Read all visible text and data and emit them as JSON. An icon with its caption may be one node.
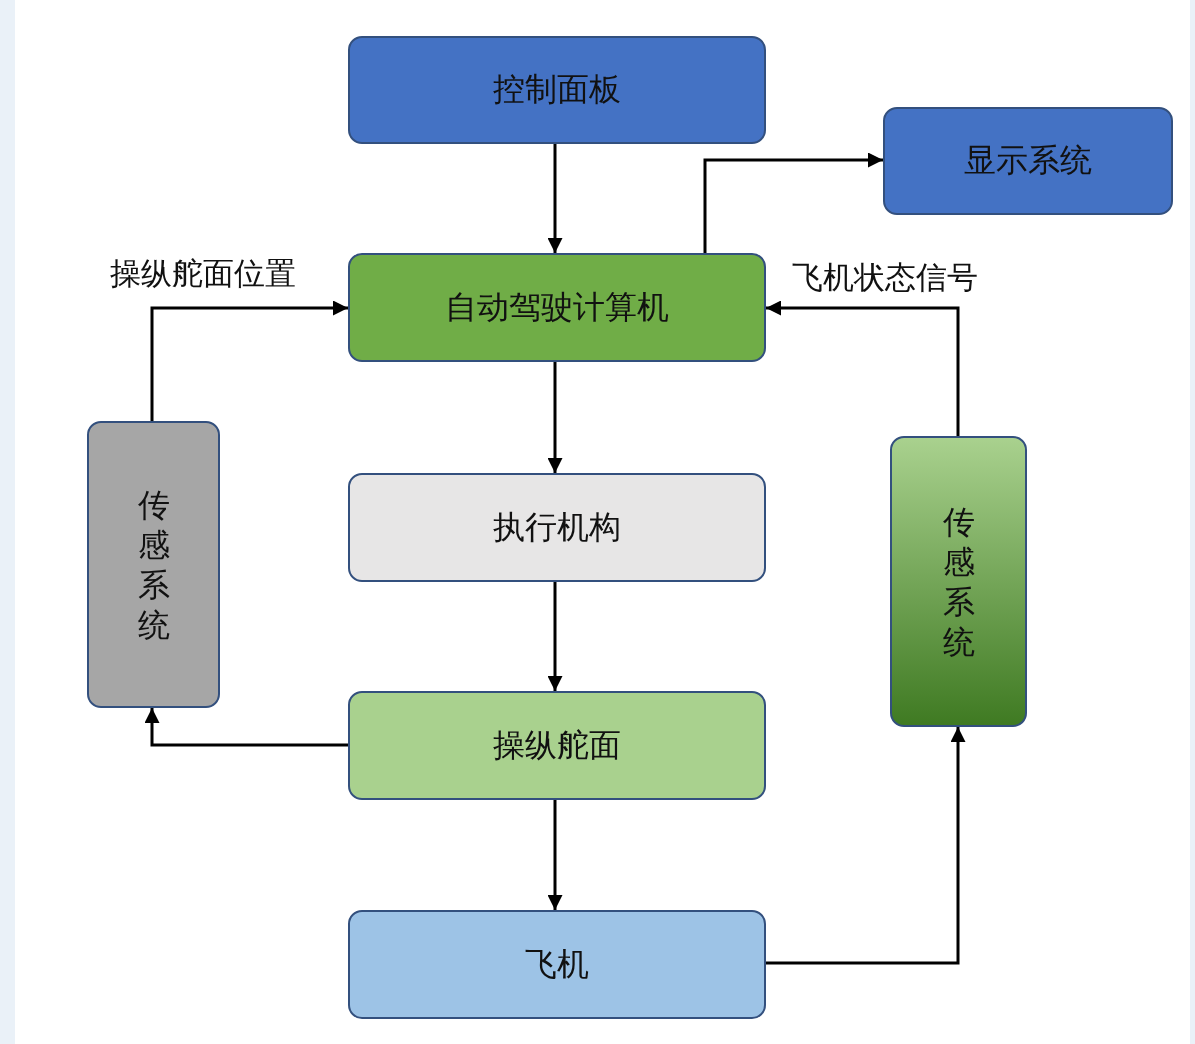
{
  "diagram": {
    "nodes": [
      {
        "text": [
          "控制面板"
        ]
      },
      {
        "text": [
          "显示系统"
        ]
      },
      {
        "text": [
          "自动驾驶计算机"
        ]
      },
      {
        "text": [
          "执行机构"
        ]
      },
      {
        "text": [
          "操纵舵面"
        ]
      },
      {
        "text": [
          "飞机"
        ]
      },
      {
        "text": [
          "传感系统"
        ]
      },
      {
        "text": [
          "传感系统"
        ]
      }
    ],
    "edges": [
      {
        "from": 0,
        "to": 2,
        "arrow": "to"
      },
      {
        "from": 2,
        "to": 1,
        "arrow": "to"
      },
      {
        "from": 2,
        "to": 3,
        "arrow": "to"
      },
      {
        "from": 3,
        "to": 4,
        "arrow": "to"
      },
      {
        "from": 4,
        "to": 6,
        "arrow": "to"
      },
      {
        "from": 6,
        "to": 2,
        "arrow": "to",
        "label": "操纵舵面位置"
      },
      {
        "from": 5,
        "to": 7,
        "arrow": "to"
      },
      {
        "from": 7,
        "to": 2,
        "arrow": "to",
        "label": "飞机状态信号"
      },
      {
        "from": 4,
        "to": 5,
        "arrow": "to"
      }
    ]
  }
}
